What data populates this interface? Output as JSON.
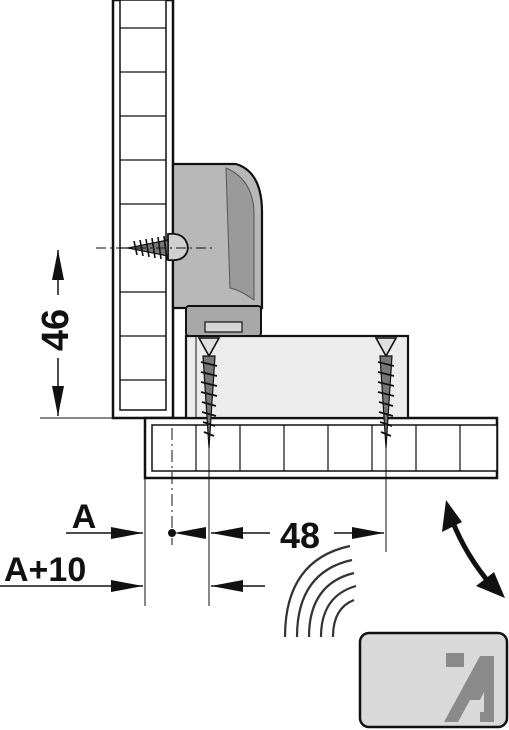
{
  "dimensions": {
    "vertical": "46",
    "horizontal": "48",
    "offset_a": "A",
    "offset_a_plus": "A+10"
  },
  "colors": {
    "line": "#111111",
    "housing_grey": "#b8b8b8",
    "housing_dark": "#8e8e8e",
    "card_grey": "#d9d9d9",
    "logo_grey": "#8a8a8a",
    "mount_grey": "#ececec"
  },
  "icons": {
    "rotation": "curved-double-arrow-icon",
    "wireless": "wireless-signal-icon",
    "card_logo": "brand-logo-icon"
  }
}
